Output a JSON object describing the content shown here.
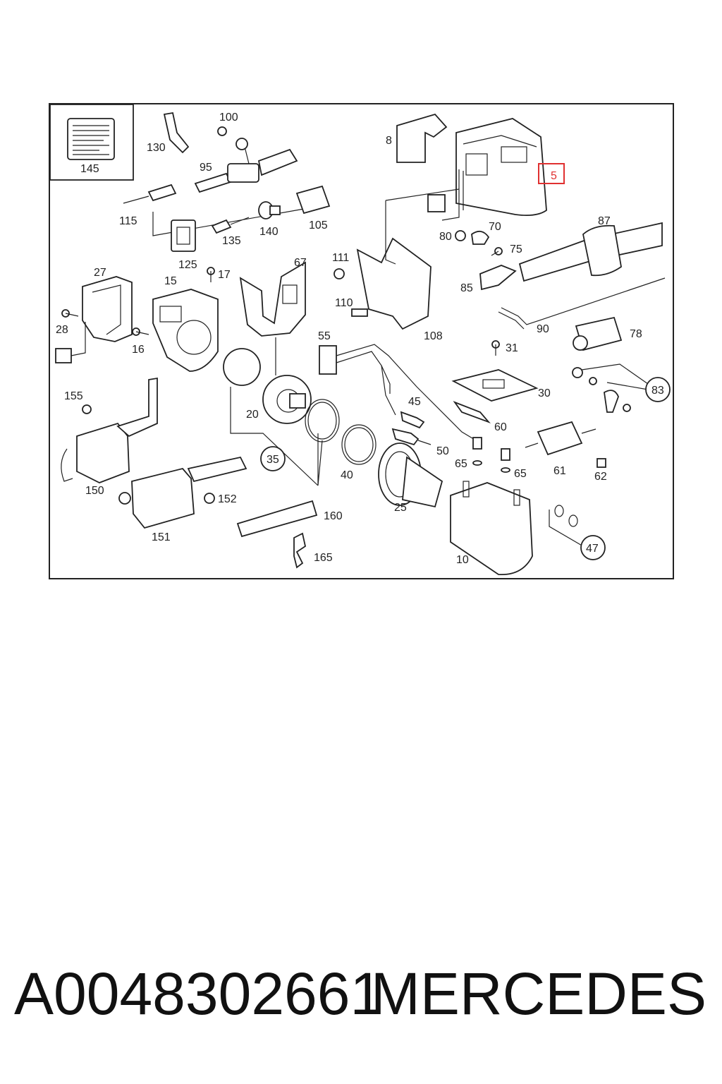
{
  "diagram": {
    "labels": {
      "l145": "145",
      "l130": "130",
      "l100": "100",
      "l95": "95",
      "l115": "115",
      "l125": "125",
      "l135": "135",
      "l140": "140",
      "l105": "105",
      "l8": "8",
      "l5": "5",
      "l87": "87",
      "l80": "80",
      "l70": "70",
      "l75": "75",
      "l85": "85",
      "l90": "90",
      "l78": "78",
      "l27": "27",
      "l15": "15",
      "l17": "17",
      "l67": "67",
      "l111": "111",
      "l110": "110",
      "l108": "108",
      "l28": "28",
      "l16": "16",
      "l55": "55",
      "l31": "31",
      "l30": "30",
      "l83": "83",
      "l155": "155",
      "l20": "20",
      "l45": "45",
      "l60": "60",
      "l35": "35",
      "l50": "50",
      "l65a": "65",
      "l65b": "65",
      "l61": "61",
      "l62": "62",
      "l40": "40",
      "l150": "150",
      "l25": "25",
      "l152": "152",
      "l151": "151",
      "l160": "160",
      "l10": "10",
      "l47": "47",
      "l165": "165"
    },
    "highlight_color": "#e03030"
  },
  "footer": {
    "part_number": "A0048302661",
    "brand": "MERCEDES"
  }
}
